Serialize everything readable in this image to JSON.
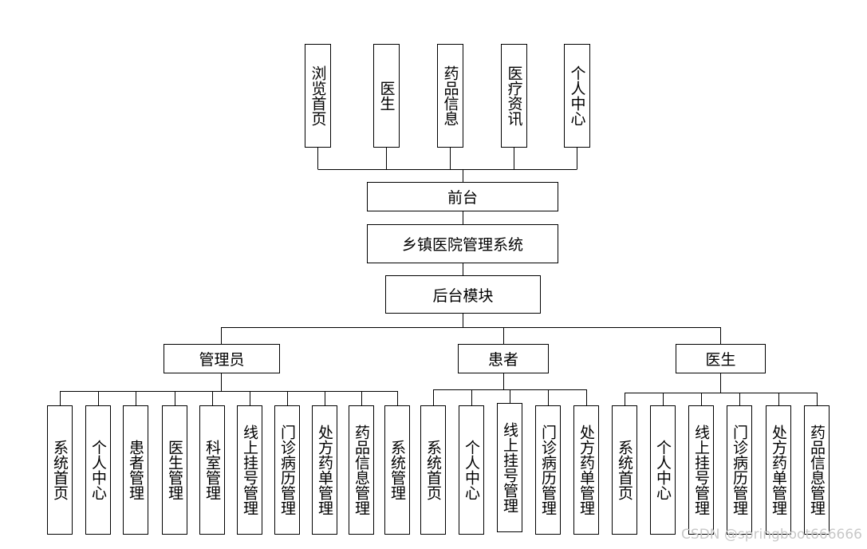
{
  "diagram": {
    "frontend_items": [
      "浏览首页",
      "医生",
      "药品信息",
      "医疗资讯",
      "个人中心"
    ],
    "frontend": "前台",
    "system": "乡镇医院管理系统",
    "backend": "后台模块",
    "roles": [
      {
        "name": "管理员",
        "items": [
          "系统首页",
          "个人中心",
          "患者管理",
          "医生管理",
          "科室管理",
          "线上挂号管理",
          "门诊病历管理",
          "处方药单管理",
          "药品信息管理",
          "系统管理"
        ]
      },
      {
        "name": "患者",
        "items": [
          "系统首页",
          "个人中心",
          "线上挂号管理",
          "门诊病历管理",
          "处方药单管理"
        ]
      },
      {
        "name": "医生",
        "items": [
          "系统首页",
          "个人中心",
          "线上挂号管理",
          "门诊病历管理",
          "处方药单管理",
          "药品信息管理"
        ]
      }
    ]
  },
  "watermark": "CSDN @springboot666666"
}
